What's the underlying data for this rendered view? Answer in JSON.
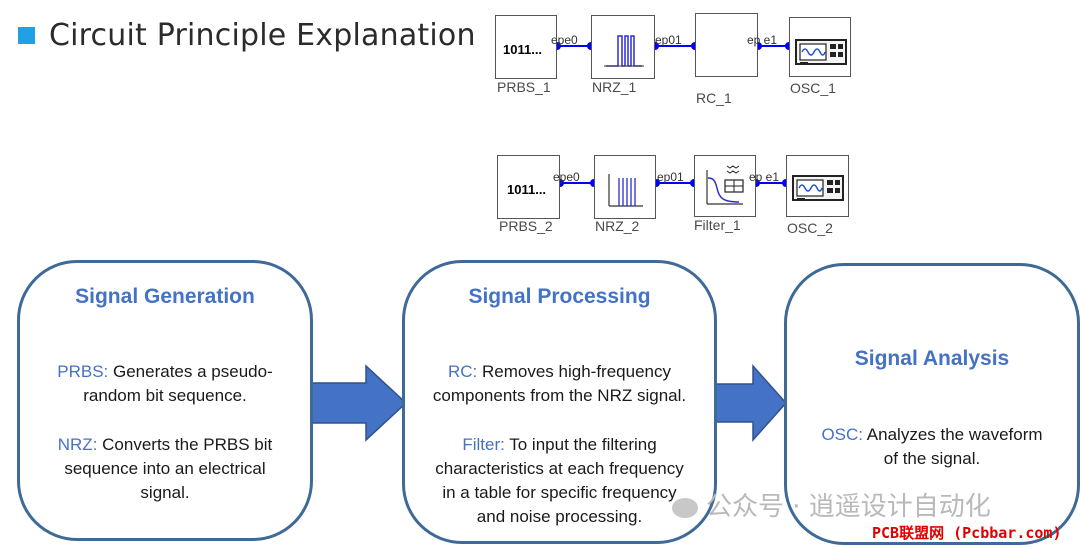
{
  "page": {
    "title": "Circuit Principle Explanation"
  },
  "circuit1": {
    "blocks": [
      {
        "label": "PRBS_1",
        "inner_text": "1011..."
      },
      {
        "label": "NRZ_1"
      },
      {
        "label": "RC_1"
      },
      {
        "label": "OSC_1"
      }
    ],
    "ports": [
      "epe0",
      "ep01",
      "ep e1"
    ]
  },
  "circuit2": {
    "blocks": [
      {
        "label": "PRBS_2",
        "inner_text": "1011..."
      },
      {
        "label": "NRZ_2"
      },
      {
        "label": "Filter_1"
      },
      {
        "label": "OSC_2"
      }
    ],
    "ports": [
      "epe0",
      "ep01",
      "ep e1"
    ]
  },
  "cards": {
    "generation": {
      "title": "Signal Generation",
      "p1_kw": "PRBS:",
      "p1_l1": " Generates a pseudo-",
      "p1_l2": "random bit sequence.",
      "p2_kw": "NRZ:",
      "p2_l1": " Converts the PRBS bit",
      "p2_l2": "sequence into an electrical",
      "p2_l3": "signal."
    },
    "processing": {
      "title": "Signal Processing",
      "p1_kw": "RC:",
      "p1_l1": " Removes high-frequency",
      "p1_l2": "components from the NRZ signal.",
      "p2_kw": "Filter:",
      "p2_l1": " To input the filtering",
      "p2_l2": "characteristics at each frequency",
      "p2_l3": "in a table for specific frequency",
      "p2_l4": "and noise processing."
    },
    "analysis": {
      "title": "Signal Analysis",
      "p1_kw": "OSC:",
      "p1_l1": " Analyzes the waveform",
      "p1_l2": "of the signal."
    }
  },
  "watermark": "公众号 · 逍遥设计自动化",
  "footer_badge": "PCB联盟网 (Pcbbar.com)",
  "colors": {
    "accent": "#4472c4",
    "card_border": "#3f6a98",
    "arrow": "#4472c4",
    "wire": "#0000ff",
    "title_square": "#1fa1e4"
  }
}
